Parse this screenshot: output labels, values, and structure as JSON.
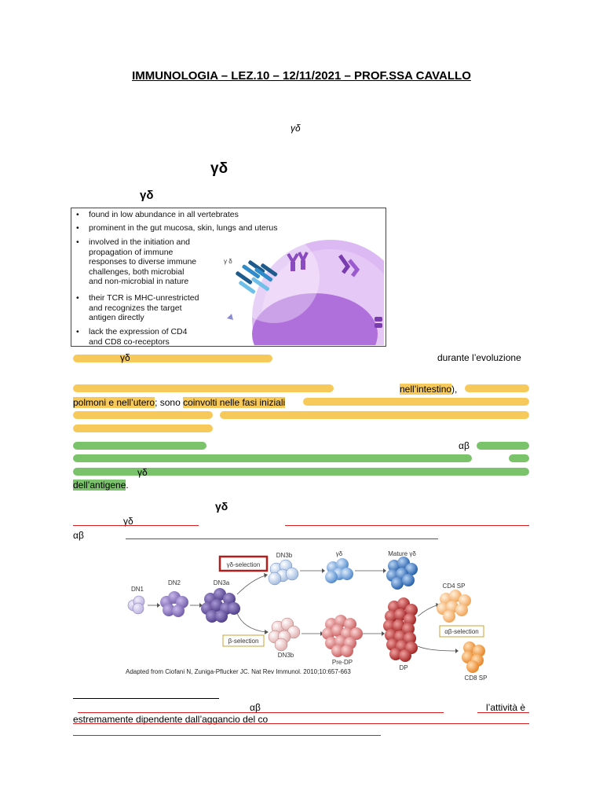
{
  "title": "IMMUNOLOGIA – LEZ.10 – 12/11/2021 – PROF.SSA CAVALLO",
  "symbols": {
    "gd_small": "γδ",
    "gd_large": "γδ",
    "gd_box": "γδ",
    "gd_hl": "γδ",
    "gd_green": "γδ",
    "gd_section": "γδ",
    "gd_red": "γδ",
    "ab1": "αβ",
    "ab2": "αβ",
    "ab3": "αβ"
  },
  "box": {
    "bullets": [
      "found in low abundance in all vertebrates",
      "prominent in the gut mucosa, skin, lungs and uterus",
      "involved in the initiation and\npropagation of immune\nresponses to diverse immune\nchallenges, both microbial\nand non-microbial in nature",
      "their TCR is MHC-unrestricted\nand recognizes the target\nantigen directly",
      "lack the expression of CD4\nand CD8 co-receptors"
    ],
    "cell_label": "γ δ"
  },
  "text": {
    "evoluzione": "durante l’evoluzione",
    "intestino": "nell’intestino",
    "intestino_tail": "),",
    "polmoni": "polmoni e nell’utero",
    "sono": "; sono ",
    "coinvolti": "coinvolti nelle fasi iniziali",
    "antigene": "dell’antigene",
    "antigene_tail": ".",
    "attivita": "l’attività è",
    "estremamente": "estremamente dipendente dall’aggancio del co"
  },
  "figure": {
    "labels": {
      "gd_selection": "γδ-selection",
      "dn1": "DN1",
      "dn2": "DN2",
      "dn3a": "DN3a",
      "dn3b_top": "DN3b",
      "gd_cells": "γδ",
      "mature_gd": "Mature γδ",
      "beta_selection": "β-selection",
      "dn3b_bottom": "DN3b",
      "pre_dp": "Pre-DP",
      "dp": "DP",
      "cd4sp": "CD4 SP",
      "ab_selection": "αβ-selection",
      "cd8sp": "CD8 SP"
    },
    "caption": "Adapted from Ciofani N, Zuniga-Pflucker JC. Nat Rev Immunol. 2010;10:657-663"
  },
  "colors": {
    "yellow_highlight": "#f7c95a",
    "green_highlight": "#7ac36a",
    "red_underline": "#d81e1e",
    "cell_purple": "#d7b6ef"
  }
}
